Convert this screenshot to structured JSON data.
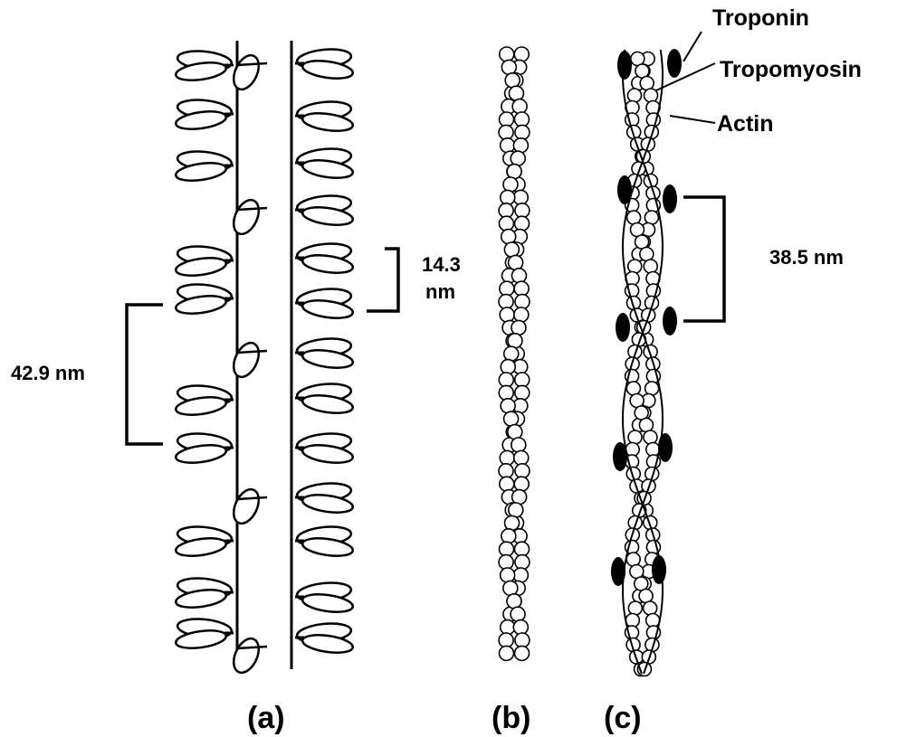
{
  "panels": {
    "a": {
      "caption": "(a)",
      "spacing_label_line1": "14.3",
      "spacing_label_line2": "nm",
      "repeat_label": "42.9 nm"
    },
    "b": {
      "caption": "(b)"
    },
    "c": {
      "caption": "(c)",
      "label_troponin": "Troponin",
      "label_tropomyosin": "Tropomyosin",
      "label_actin": "Actin",
      "repeat_label": "38.5 nm"
    }
  },
  "colors": {
    "ink": "#000000",
    "paper": "#ffffff"
  }
}
